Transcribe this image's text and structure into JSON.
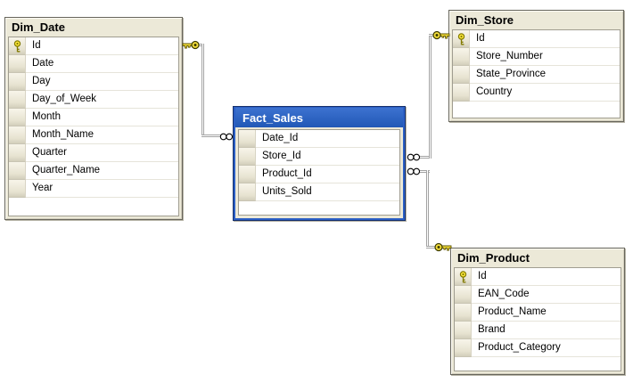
{
  "diagram": {
    "tables": [
      {
        "id": "dim_date",
        "name": "Dim_Date",
        "selected": false,
        "columns": [
          {
            "name": "Id",
            "pk": true
          },
          {
            "name": "Date",
            "pk": false
          },
          {
            "name": "Day",
            "pk": false
          },
          {
            "name": "Day_of_Week",
            "pk": false
          },
          {
            "name": "Month",
            "pk": false
          },
          {
            "name": "Month_Name",
            "pk": false
          },
          {
            "name": "Quarter",
            "pk": false
          },
          {
            "name": "Quarter_Name",
            "pk": false
          },
          {
            "name": "Year",
            "pk": false
          }
        ]
      },
      {
        "id": "fact_sales",
        "name": "Fact_Sales",
        "selected": true,
        "columns": [
          {
            "name": "Date_Id",
            "pk": false
          },
          {
            "name": "Store_Id",
            "pk": false
          },
          {
            "name": "Product_Id",
            "pk": false
          },
          {
            "name": "Units_Sold",
            "pk": false
          }
        ]
      },
      {
        "id": "dim_store",
        "name": "Dim_Store",
        "selected": false,
        "columns": [
          {
            "name": "Id",
            "pk": true
          },
          {
            "name": "Store_Number",
            "pk": false
          },
          {
            "name": "State_Province",
            "pk": false
          },
          {
            "name": "Country",
            "pk": false
          }
        ]
      },
      {
        "id": "dim_product",
        "name": "Dim_Product",
        "selected": false,
        "columns": [
          {
            "name": "Id",
            "pk": true
          },
          {
            "name": "EAN_Code",
            "pk": false
          },
          {
            "name": "Product_Name",
            "pk": false
          },
          {
            "name": "Brand",
            "pk": false
          },
          {
            "name": "Product_Category",
            "pk": false
          }
        ]
      }
    ],
    "relationships": [
      {
        "one_table": "Dim_Date",
        "one_column": "Id",
        "many_table": "Fact_Sales",
        "many_column": "Date_Id",
        "cardinality": "one_to_many"
      },
      {
        "one_table": "Dim_Store",
        "one_column": "Id",
        "many_table": "Fact_Sales",
        "many_column": "Store_Id",
        "cardinality": "one_to_many"
      },
      {
        "one_table": "Dim_Product",
        "one_column": "Id",
        "many_table": "Fact_Sales",
        "many_column": "Product_Id",
        "cardinality": "one_to_many"
      }
    ],
    "icons": {
      "primary_key": "key-icon",
      "one_side_endpoint": "key-icon",
      "many_side_endpoint": "infinity-icon"
    },
    "colors": {
      "canvas_background": "#FFFFFF",
      "table_header_background": "#ECE9D8",
      "table_body_background": "#FFFFFF",
      "selected_table_accent": "#2B5FC5",
      "selected_header_text": "#FFFFFF",
      "header_text": "#000000",
      "relationship_line": "#A3A3A3",
      "key_icon_fill": "#F6DF3C"
    }
  }
}
